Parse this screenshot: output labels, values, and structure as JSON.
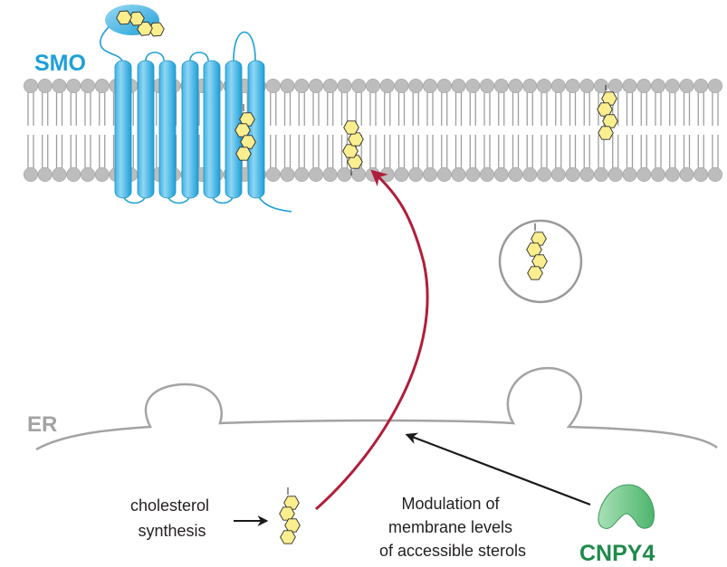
{
  "labels": {
    "smo": "SMO",
    "er": "ER",
    "cnpy4": "CNPY4",
    "cholesterol_synthesis": [
      "cholesterol",
      "synthesis"
    ],
    "modulation": [
      "Modulation of",
      "membrane levels",
      "of accessible sterols"
    ]
  },
  "colors": {
    "smo_blue": "#1ea0d6",
    "helix_light": "#7fd0f2",
    "lipid_head": "#bdbdbd",
    "lipid_tail": "#9e9e9e",
    "sterol_fill": "#fbee8f",
    "transport_arrow": "#b01e3a",
    "er_line": "#a3a3a3",
    "cnpy4_green": "#5cbf7a",
    "cnpy4_text": "#1f8a4a"
  },
  "elements": {
    "plasma_membrane": "lipid-bilayer",
    "smo_receptor": "7-transmembrane-helix-receptor",
    "sterols": [
      "smo-crd-bound-sterol",
      "smo-tm-bound-sterol",
      "membrane-sterol-inner",
      "membrane-sterol-outer",
      "vesicle-sterol",
      "er-synthesized-sterol"
    ],
    "vesicle": "sterol-vesicle",
    "endoplasmic_reticulum": "er-membrane",
    "arrows": [
      "synthesis-arrow",
      "sterol-transport-arrow",
      "cnpy4-modulation-arrow"
    ]
  }
}
